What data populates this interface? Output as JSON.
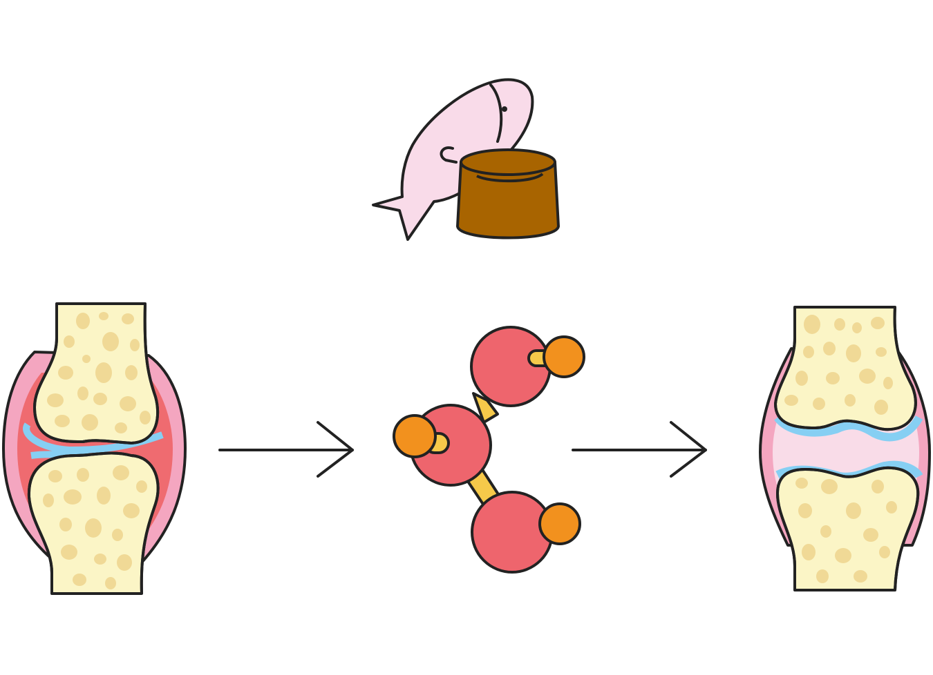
{
  "diagram": {
    "description_steps": [
      "inflamed-joint",
      "omega-3-molecule",
      "healthy-joint"
    ],
    "sources": [
      "fish-icon",
      "supplement-capsule-icon"
    ],
    "colors": {
      "outline": "#222222",
      "bone": "#fbf5c6",
      "bone_pores": "#f0d996",
      "inflamed_synovium": "#ef6b70",
      "joint_capsule": "#f4a6c0",
      "healthy_synovium": "#f9dce8",
      "cartilage": "#86cff3",
      "fish": "#f9dbe9",
      "capsule": "#a86400",
      "molecule_atom": "#ee656d",
      "molecule_small_atom": "#f2911e",
      "molecule_bond": "#f6c94a"
    }
  }
}
